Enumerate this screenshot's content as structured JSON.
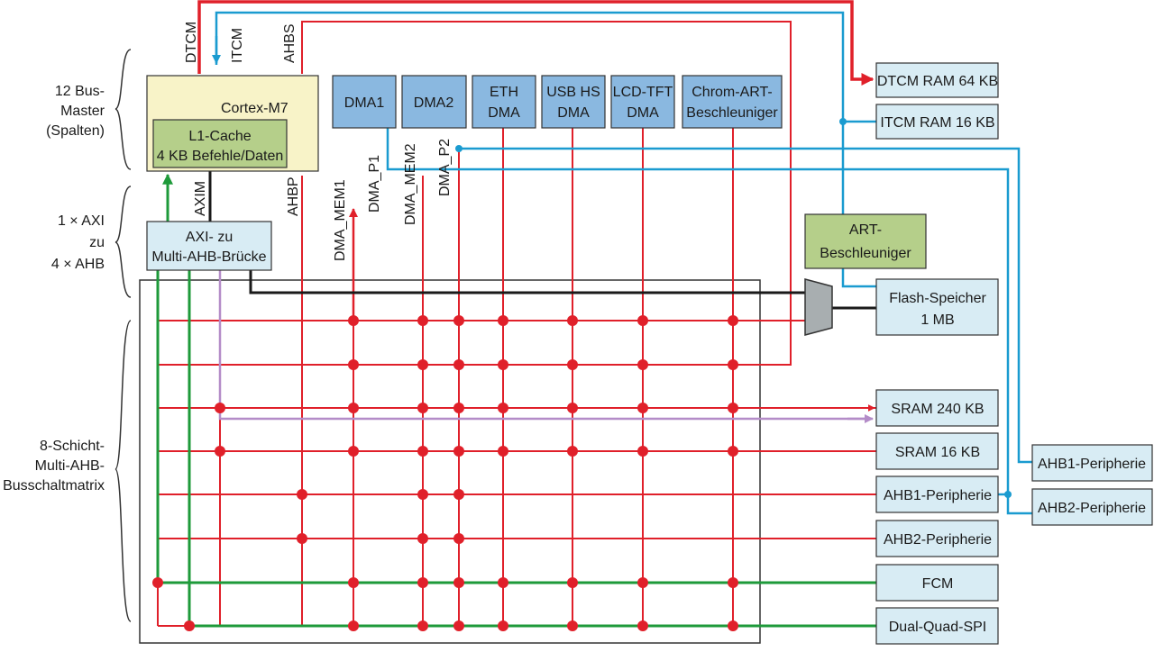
{
  "side_labels": {
    "masters": [
      "12 Bus-",
      "Master",
      "(Spalten)"
    ],
    "axi": [
      "1 × AXI",
      "zu",
      "4 × AHB"
    ],
    "matrix": [
      "8-Schicht-",
      "Multi-AHB-",
      "Busschaltmatrix"
    ]
  },
  "cpu": {
    "title": "Cortex-M7",
    "cache_line1": "L1-Cache",
    "cache_line2": "4 KB Befehle/Daten",
    "port_dtcm": "DTCM",
    "port_itcm": "ITCM",
    "port_ahbs": "AHBS",
    "port_axim": "AXIM",
    "port_ahbp": "AHBP"
  },
  "bridge": {
    "line1": "AXI- zu",
    "line2": "Multi-AHB-Brücke"
  },
  "masters": [
    {
      "key": "dma1",
      "lines": [
        "DMA1"
      ]
    },
    {
      "key": "dma2",
      "lines": [
        "DMA2"
      ]
    },
    {
      "key": "eth",
      "lines": [
        "ETH",
        "DMA"
      ]
    },
    {
      "key": "usb",
      "lines": [
        "USB HS",
        "DMA"
      ]
    },
    {
      "key": "lcd",
      "lines": [
        "LCD-TFT",
        "DMA"
      ]
    },
    {
      "key": "chrom",
      "lines": [
        "Chrom-ART-",
        "Beschleuniger"
      ]
    }
  ],
  "dma_ports": {
    "mem1": "DMA_MEM1",
    "p1": "DMA_P1",
    "mem2": "DMA_MEM2",
    "p2": "DMA_P2"
  },
  "art": {
    "line1": "ART-",
    "line2": "Beschleuniger"
  },
  "slaves": {
    "dtcm_ram": "DTCM RAM 64 KB",
    "itcm_ram": "ITCM RAM 16 KB",
    "flash_line1": "Flash-Speicher",
    "flash_line2": "1 MB",
    "sram240": "SRAM 240 KB",
    "sram16": "SRAM 16 KB",
    "ahb1": "AHB1-Peripherie",
    "ahb2": "AHB2-Peripherie",
    "fcm": "FCM",
    "qspi": "Dual-Quad-SPI"
  },
  "peripherals": {
    "ahb1": "AHB1-Peripherie",
    "ahb2": "AHB2-Peripherie"
  },
  "colors": {
    "red": "#e0202a",
    "blue": "#1a9bd0",
    "green": "#1e9a3a",
    "purple": "#b48cc8",
    "black": "#1a1a1a",
    "box_light_blue": "#d8ecf4",
    "box_blue": "#8ab8e0",
    "box_green": "#b5cf8a",
    "box_yellow": "#f8f3c8",
    "mux_gray": "#a8aeb0"
  }
}
